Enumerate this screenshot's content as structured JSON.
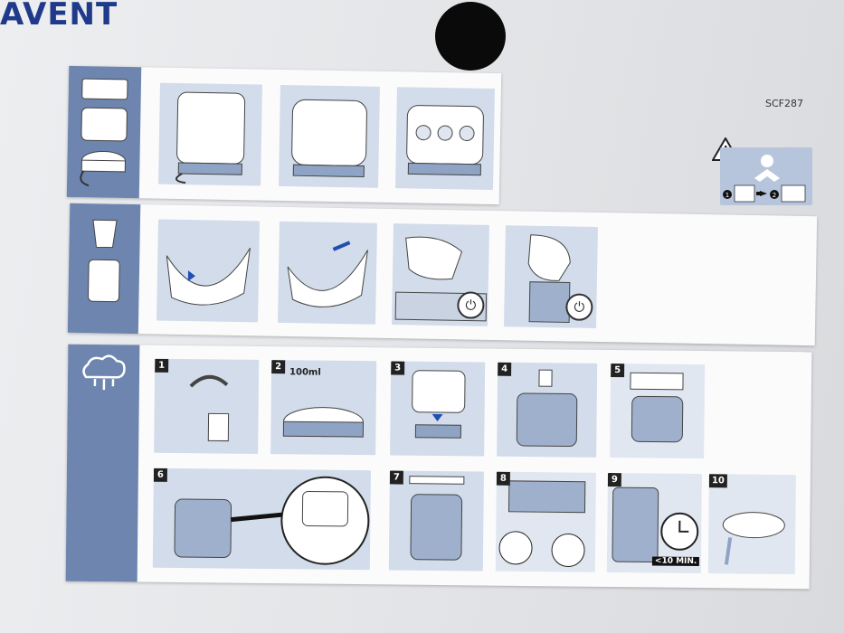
{
  "brand": {
    "logo_text": "AVENT"
  },
  "model_code": "SCF287",
  "steps": {
    "s1": "1",
    "s2": "2",
    "s3": "3",
    "s4": "4",
    "s5": "5",
    "s6": "6",
    "s7": "7",
    "s8": "8",
    "s9": "9",
    "s10": "10"
  },
  "labels": {
    "water_amount": "100ml",
    "time_limit": "<10 MIN."
  },
  "icons": [
    "warning-triangle-icon",
    "read-manual-icon",
    "power-button-icon",
    "steam-cloud-icon"
  ],
  "colors": {
    "brand_blue": "#1f3a8a",
    "sidebar_blue": "#6d85af",
    "illustration_blue": "#d2dcea"
  }
}
